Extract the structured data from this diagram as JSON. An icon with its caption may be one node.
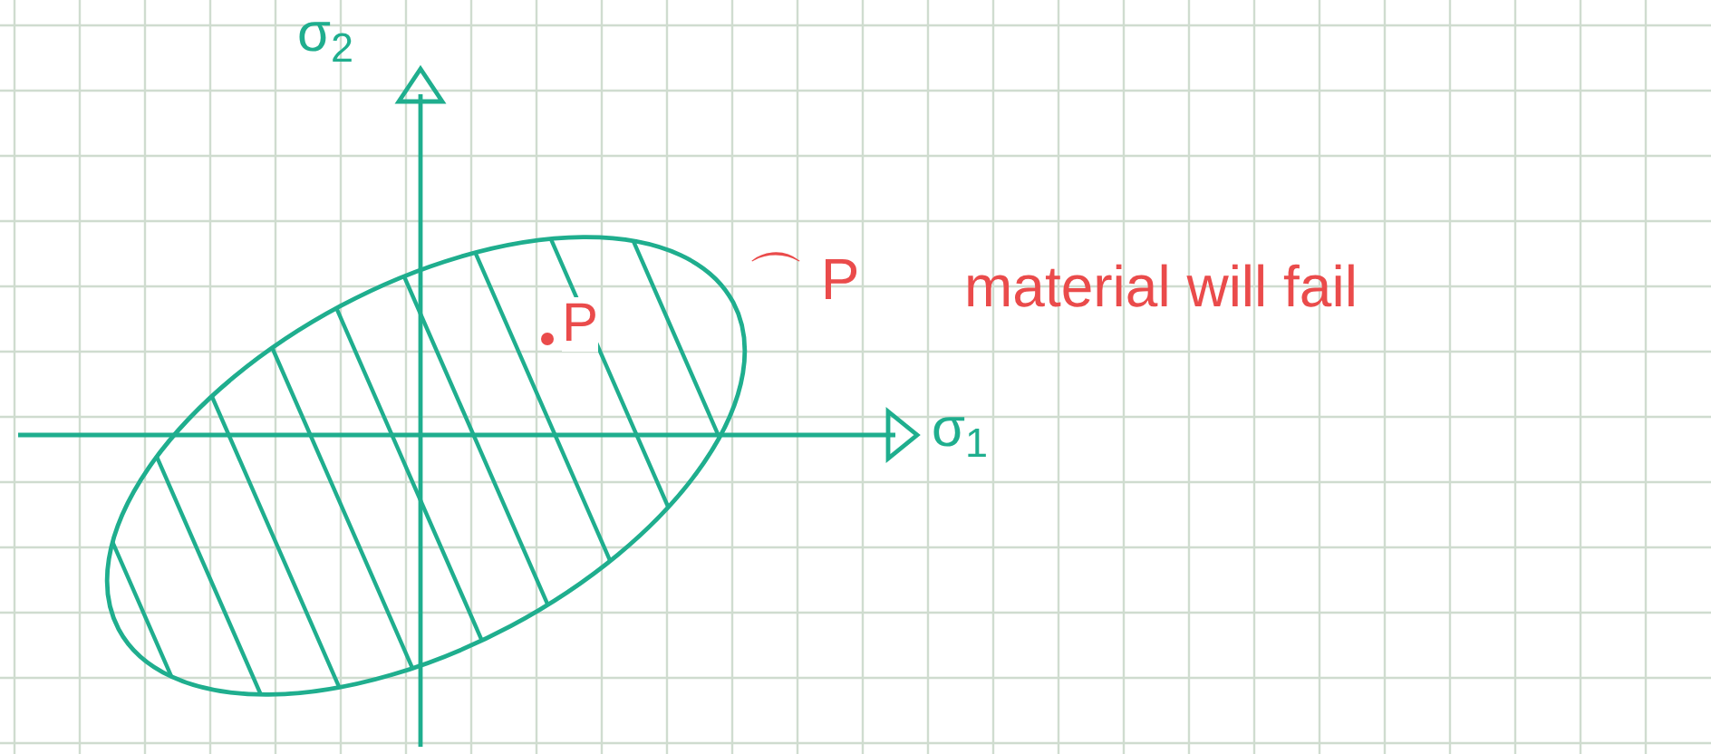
{
  "diagram": {
    "labels": [
      "σ$_{2}$",
      "σ$_{1}$",
      "P",
      "⌒ P",
      "material will fail"
    ]
  }
}
